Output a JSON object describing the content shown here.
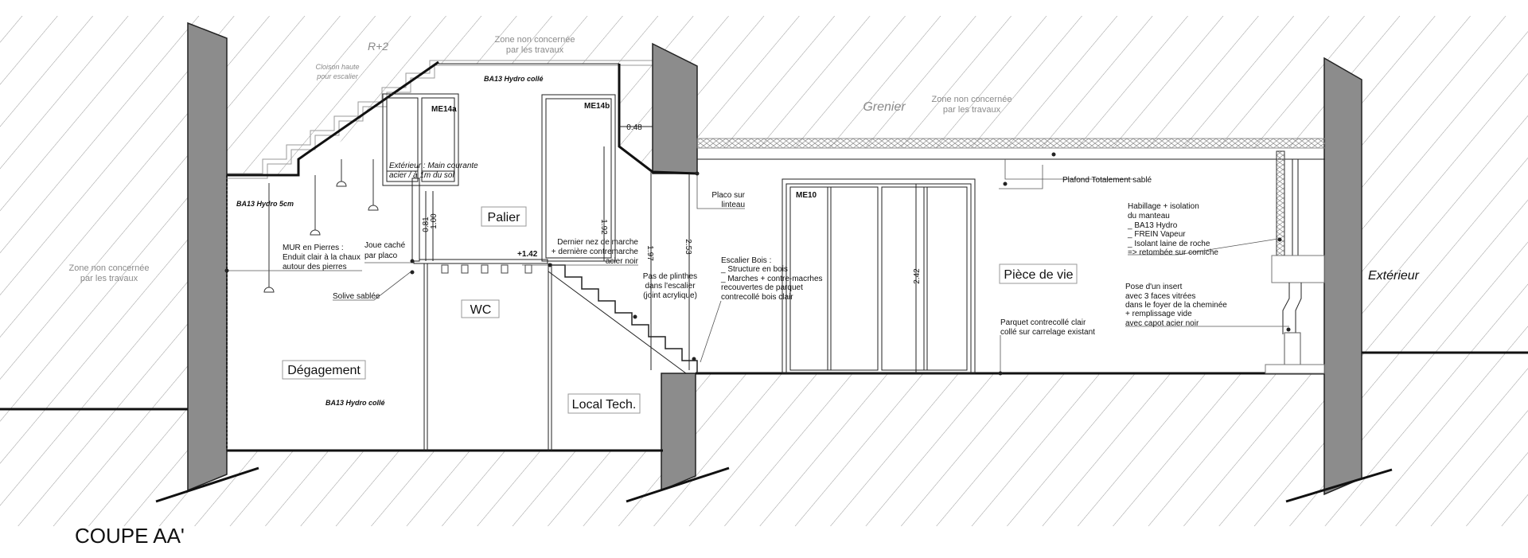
{
  "title": "COUPE AA'",
  "levels": {
    "r2": "R+2",
    "grenier": "Grenier",
    "exterieur": "Extérieur"
  },
  "zones": {
    "top": [
      "Zone non concernée",
      "par les travaux"
    ],
    "grenier": [
      "Zone non concernée",
      "par les travaux"
    ],
    "left": [
      "Zone non concernée",
      "par les travaux"
    ]
  },
  "rooms": {
    "palier": "Palier",
    "wc": "WC",
    "degagement": "Dégagement",
    "local_tech": "Local Tech.",
    "piece_de_vie": "Pièce de vie"
  },
  "windows": {
    "me14a": "ME14a",
    "me14b": "ME14b",
    "me10": "ME10"
  },
  "dimensions": {
    "d048": "0.48",
    "d081": "0.81",
    "d100": "1.00",
    "d192": "1.92",
    "d197": "1.97",
    "d253": "2.53",
    "d242": "2.42",
    "level_142": "+1.42"
  },
  "notes": {
    "cloison": [
      "Cloison haute",
      "pour escalier"
    ],
    "ba13_colle_top": "BA13 Hydro collé",
    "ba13_5cm": "BA13 Hydro 5cm",
    "ba13_colle_bottom": "BA13 Hydro collé",
    "main_courante": [
      "Extérieur : Main courante",
      "acier / à 1m du sol"
    ],
    "mur_pierres": [
      "MUR en Pierres :",
      "Enduit clair à la chaux",
      "autour des pierres"
    ],
    "joue": [
      "Joue caché",
      "par placo"
    ],
    "dernier_nez": [
      "Dernier nez de marche",
      "+ dernière contremarche",
      "acier noir"
    ],
    "solive": "Solive sablée",
    "plinthes": [
      "Pas de plinthes",
      "dans l'escalier",
      "(joint acrylique)"
    ],
    "placo_linteau": [
      "Placo sur",
      "linteau"
    ],
    "escalier": [
      "Escalier Bois :",
      "_ Structure en bois",
      "_ Marches + contre-macrhes",
      "recouvertes de parquet",
      "contrecollé bois clair"
    ],
    "plafond": "Plafond Totalement sablé",
    "habillage": [
      "Habillage + isolation",
      "du manteau",
      "_   BA13 Hydro",
      "_   FREIN Vapeur",
      "_ Isolant laine de roche",
      "=> retombée sur corniche"
    ],
    "insert": [
      "Pose d'un insert",
      "avec 3 faces vitrées",
      "dans le foyer de la cheminée",
      "+ remplissage vide",
      "avec capot acier noir"
    ],
    "parquet": [
      "Parquet contrecollé clair",
      "collé sur carrelage existant"
    ]
  }
}
